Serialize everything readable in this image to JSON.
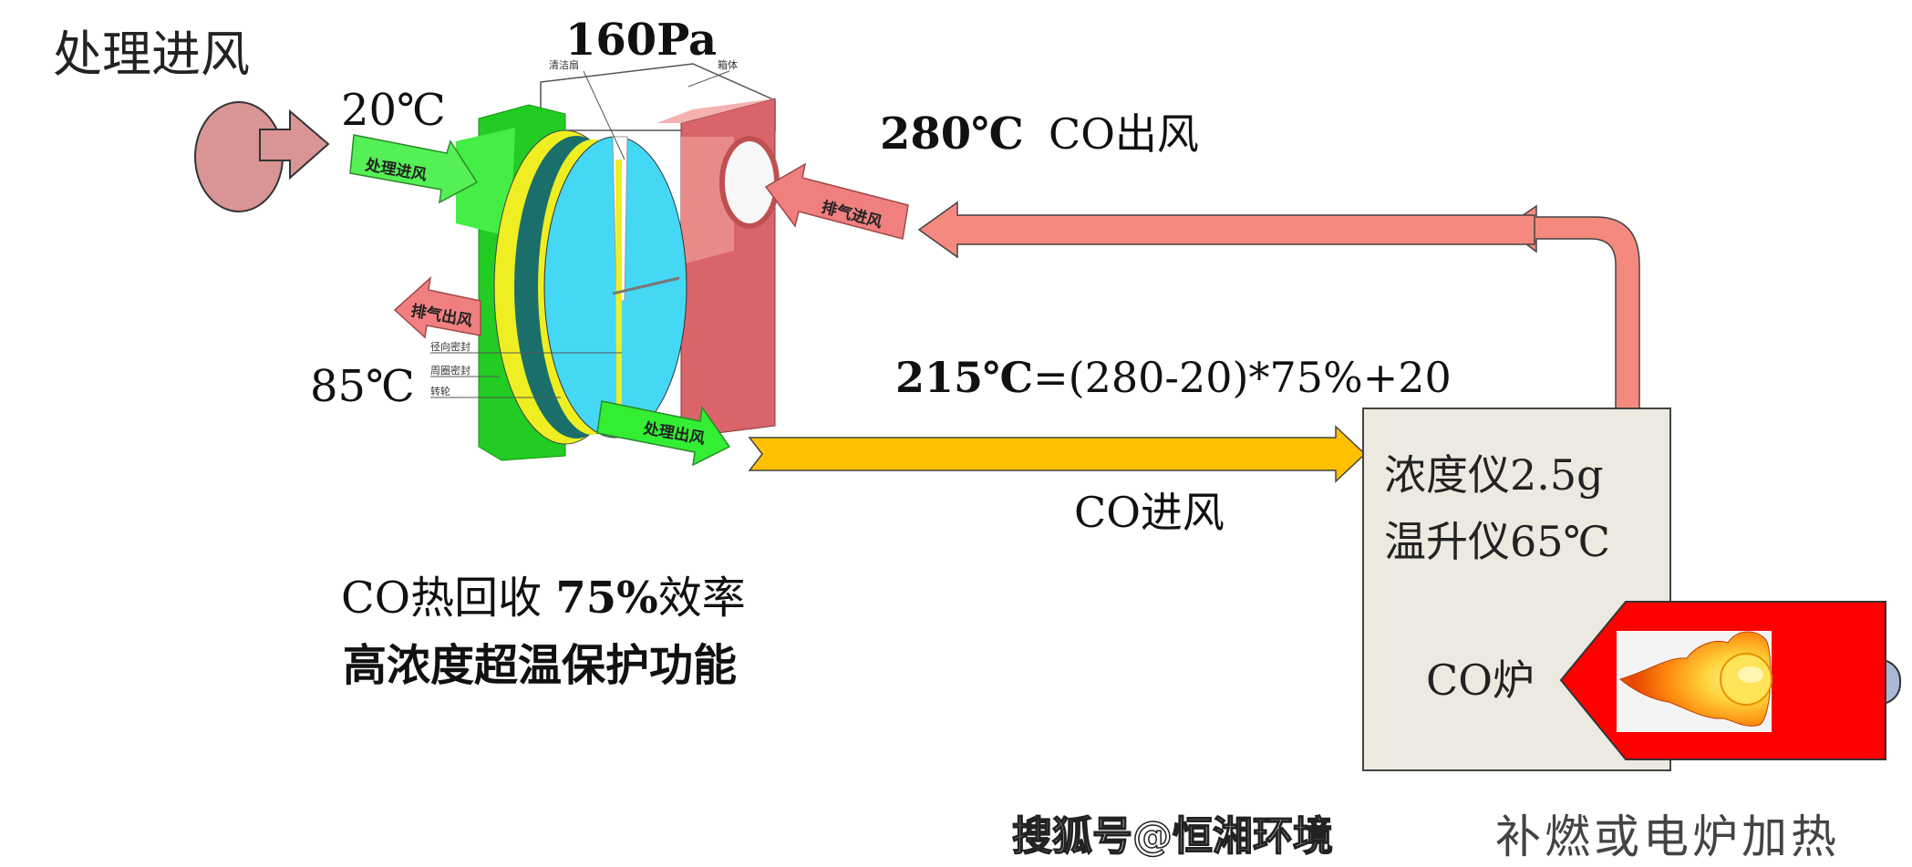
{
  "title_inlet": "处理进风",
  "pressure": "160Pa",
  "temp_inlet": "20℃",
  "temp_exhaust_out": "85℃",
  "outlet_temp": "280℃",
  "outlet_label": "CO出风",
  "formula_temp": "215℃",
  "formula": "=(280-20)*75%+20",
  "co_inlet_label": "CO进风",
  "recovery_prefix": "CO热回收 ",
  "recovery_value": "75%",
  "recovery_suffix": "效率",
  "protection": "高浓度超温保护功能",
  "diagram": {
    "arrow_process_in": "处理进风",
    "arrow_exhaust_out": "排气出风",
    "arrow_exhaust_in": "排气进风",
    "arrow_process_out": "处理出风",
    "label_clean": "清洁扇",
    "label_housing": "箱体",
    "label_radial_seal": "径向密封",
    "label_ring_seal": "周圈密封",
    "label_wheel": "转轮"
  },
  "furnace": {
    "concentration": "浓度仪2.5g",
    "temp_rise": "温升仪65℃",
    "name": "CO炉"
  },
  "footer_text": "补燃或电炉加热",
  "watermark": "搜狐号@恒湘环境",
  "colors": {
    "green": "#33dd33",
    "pink": "#f08080",
    "pink_dark": "#d9646a",
    "orange": "#ffc000",
    "blue": "#44d8f5",
    "furnace": "#ece9e0",
    "red": "#ff0000"
  }
}
